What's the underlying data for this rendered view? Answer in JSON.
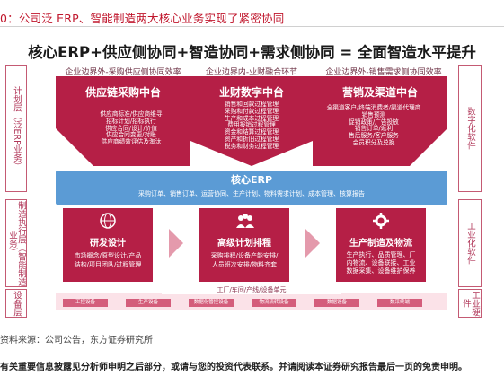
{
  "figure_title": "0：公司泛 ERP、智能制造两大核心业务实现了紧密协同",
  "heading": "核心ERP+供应侧协同+智造协同+需求侧协同 = 全面智造水平提升",
  "left_labels": {
    "plan": "计划层（泛ERP业务）",
    "exec": "制造执行层（智能制造业务）",
    "equipment": "设备层"
  },
  "right_labels": {
    "digital": "数字化软件",
    "industrial": "工业化软件",
    "hardware": "工业硬件"
  },
  "top_section": {
    "supply": {
      "header": "企业边界外-采购供应侧协同效率",
      "title": "供应链采购中台",
      "lines": [
        "供应商标准/供应商维寻",
        "招标计划/招标执行",
        "供应合同/设计/价值",
        "供应合同变更/对账",
        "供应商绩效评估及淘汰"
      ]
    },
    "finance": {
      "header": "企业边界内-业财融合环节",
      "title": "业财数字中台",
      "lines": [
        "销售和回款过程管理",
        "采购和付款过程管理",
        "生产和成本过程管理",
        "费用报销过程管理",
        "资金和结算过程管理",
        "资产和折旧过程管理",
        "税务和财务过程管理"
      ]
    },
    "sales": {
      "header": "企业边界外-销售需求侧协同效率",
      "title": "营销及渠道中台",
      "lines": [
        "全渠道客户/终端消费者/渠道代理商",
        "销售预测",
        "促销政策/广告投放",
        "销售订单/返利",
        "售后服务/客户服务",
        "会员积分及兑换"
      ]
    }
  },
  "erp": {
    "title": "核心ERP",
    "subtitle": "采购订单、销售订单、运营协同、生产计划、物料需求计划、成本管理、核算报告"
  },
  "manufacturing": {
    "rd": {
      "title": "研发设计",
      "lines": [
        "市场概念/原型设计/产品",
        "结构/项目团队/过程管理"
      ]
    },
    "aps": {
      "title": "高级计划排程",
      "lines": [
        "采购排程/设备产能安排/",
        "人员班次安排/物料齐套"
      ]
    },
    "mes": {
      "title": "生产制造及物流",
      "lines": [
        "生产执行、品质管理、厂",
        "内物流、设备联接、工业",
        "数据采集、设备维护保养"
      ]
    }
  },
  "equipment": {
    "header": "工厂/车间/产线/设备单元",
    "items": [
      "工控设备",
      "生产设备",
      "数据化管控设备",
      "物流流转设备",
      "数据设备",
      "数采终端"
    ]
  },
  "source": "资料来源：公司公告，东方证券研究所",
  "disclaimer": "有关重要信息披露见分析师申明之后部分，或请与您的投资代表联系。并请阅读本证券研究报告最后一页的免责申明。",
  "colors": {
    "accent": "#c0162c",
    "box": "#b51f46",
    "erp": "#5b9bd5",
    "side": "#c45a73"
  }
}
